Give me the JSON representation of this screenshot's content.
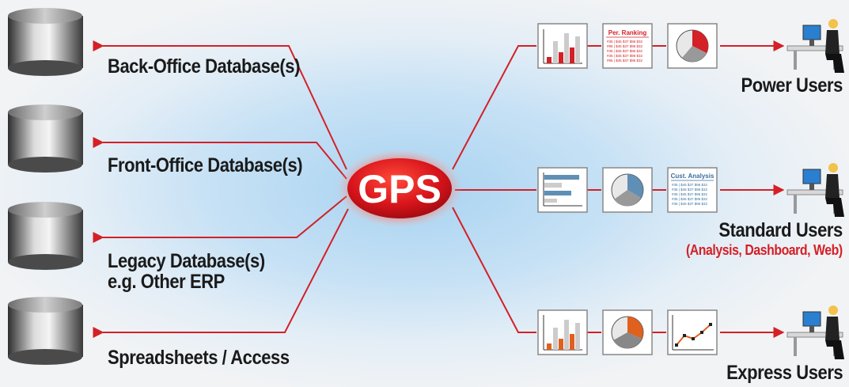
{
  "hub": {
    "label": "GPS"
  },
  "sources": [
    {
      "label": "Back-Office Database(s)"
    },
    {
      "label": "Front-Office Database(s)"
    },
    {
      "label": "Legacy Database(s)"
    },
    {
      "label": "e.g. Other ERP"
    },
    {
      "label": "Spreadsheets / Access"
    }
  ],
  "users": [
    {
      "label": "Power Users"
    },
    {
      "label": "Standard Users",
      "sublabel": "(Analysis, Dashboard, Web)"
    },
    {
      "label": "Express Users"
    }
  ],
  "reports": {
    "per_ranking": {
      "title": "Per. Ranking",
      "rows": [
        "#35 | $45 $37 $96 $32",
        "#95 | $45 $37 $96 $32",
        "#35 | $45 $37 $96 $32",
        "#35 | $45 $37 $96 $32",
        "#95 | $45 $37 $96 $32"
      ]
    },
    "cust_analysis": {
      "title": "Cust. Analysis",
      "rows": [
        "#35 | $45 $37 $96 $32",
        "#35 | $45 $37 $96 $32",
        "#35 | $45 $37 $96 $32",
        "#35 | $45 $37 $96 $32",
        "#35 | $45 $37 $96 $32"
      ]
    }
  },
  "colors": {
    "connector": "#d42027",
    "accent_red": "#e01b22",
    "accent_orange": "#e0601e",
    "accent_blue": "#5f8fb5"
  }
}
